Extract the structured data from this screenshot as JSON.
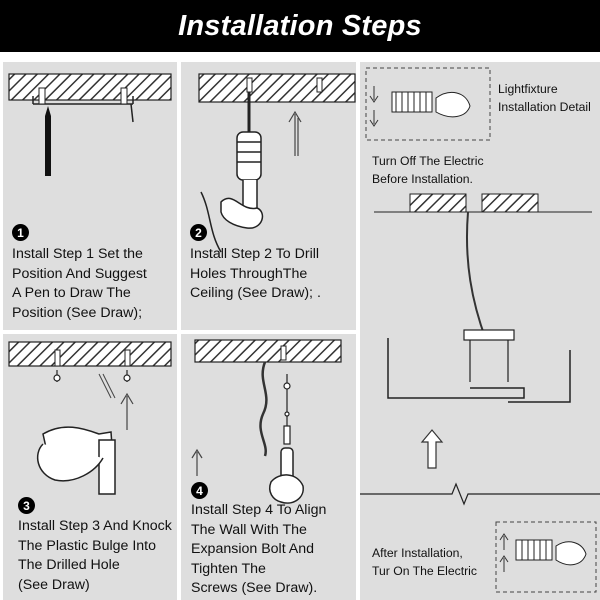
{
  "header": {
    "title": "Installation Steps"
  },
  "steps": [
    {
      "number": "1",
      "text": "Install Step 1 Set the\nPosition And Suggest\nA Pen to Draw The\nPosition (See Draw);"
    },
    {
      "number": "2",
      "text": "Install Step 2 To Drill\nHoles ThroughThe\nCeiling (See Draw); ."
    },
    {
      "number": "3",
      "text": "Install Step 3 And Knock\nThe Plastic Bulge Into\nThe Drilled Hole\n(See Draw)"
    },
    {
      "number": "4",
      "text": "Install Step 4 To Align\nThe Wall With The\nExpansion Bolt And\nTighten The\nScrews (See Draw)."
    }
  ],
  "detail": {
    "label": "Lightfixture\nInstallation Detail",
    "before_note": "Turn Off The Electric\nBefore Installation.",
    "after_note": "After Installation,\nTur On The Electric"
  }
}
